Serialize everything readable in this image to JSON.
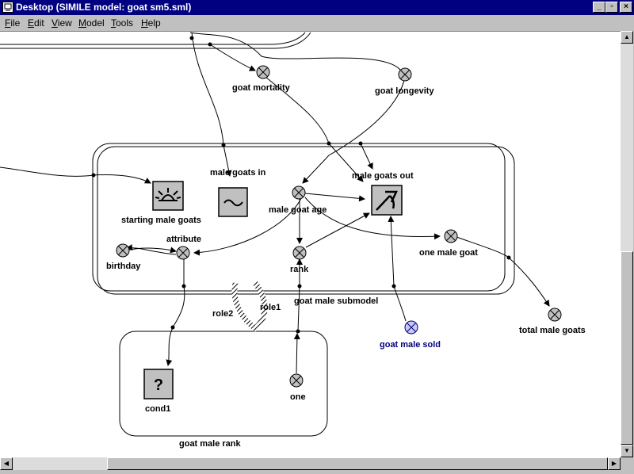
{
  "window": {
    "title": "Desktop (SIMILE model: goat sm5.sml)",
    "buttons": {
      "minimize": "_",
      "maximize": "▫",
      "close": "×"
    }
  },
  "menu": {
    "items": [
      {
        "label": "File",
        "mnemonic": "F",
        "rest": "ile"
      },
      {
        "label": "Edit",
        "mnemonic": "E",
        "rest": "dit"
      },
      {
        "label": "View",
        "mnemonic": "V",
        "rest": "iew"
      },
      {
        "label": "Model",
        "mnemonic": "M",
        "rest": "odel"
      },
      {
        "label": "Tools",
        "mnemonic": "T",
        "rest": "ools"
      },
      {
        "label": "Help",
        "mnemonic": "H",
        "rest": "elp"
      }
    ]
  },
  "diagram": {
    "variables": {
      "goat_mortality": "goat mortality",
      "goat_longevity": "goat longevity",
      "male_goat_age": "male goat age",
      "rank": "rank",
      "birthday": "birthday",
      "attribute": "attribute",
      "one_male_goat": "one male goat",
      "total_male_goats": "total male goats",
      "goat_male_sold": "goat male sold",
      "one": "one"
    },
    "flows": {
      "male_goats_in": "male goats in",
      "male_goats_out": "male goats out"
    },
    "compartment": {
      "starting_male_goats": "starting male goats"
    },
    "condition": {
      "cond1": "cond1",
      "symbol": "?"
    },
    "submodels": {
      "goat_male_submodel": "goat male submodel",
      "goat_male_rank": "goat male rank"
    },
    "roles": {
      "role1": "role1",
      "role2": "role2"
    },
    "colors": {
      "highlight_text": "#000080",
      "highlight_fill": "#c8c8f0",
      "node_fill": "#c0c0c0"
    }
  },
  "scrollbars": {
    "up": "▲",
    "down": "▼",
    "left": "◀",
    "right": "▶"
  }
}
